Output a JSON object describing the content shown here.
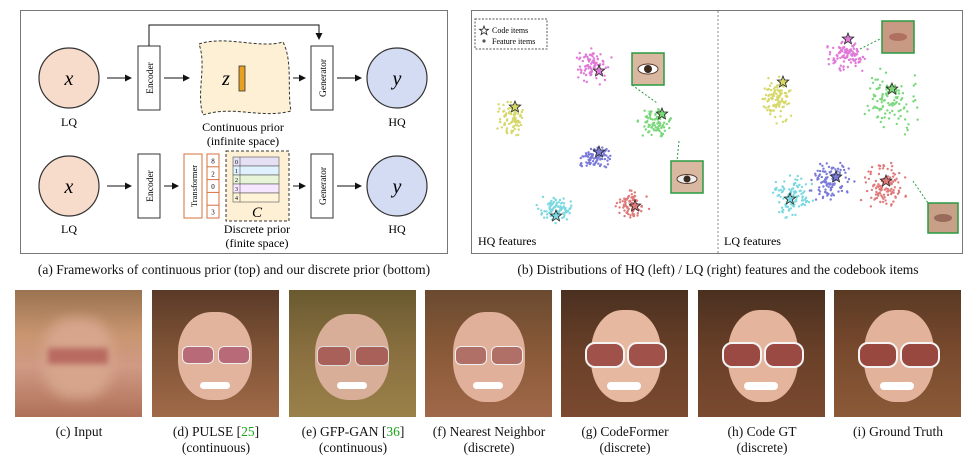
{
  "panel_a": {
    "top_row": {
      "input_symbol": "x",
      "input_label": "LQ",
      "encoder": "Encoder",
      "latent_symbol": "z",
      "prior_label_1": "Continuous prior",
      "prior_label_2": "(infinite space)",
      "generator": "Generator",
      "output_symbol": "y",
      "output_label": "HQ"
    },
    "bottom_row": {
      "input_symbol": "x",
      "input_label": "LQ",
      "encoder": "Encoder",
      "transformer": "Transformer",
      "token_cells": [
        "8",
        "2",
        "0",
        "",
        "3"
      ],
      "codebook_symbol": "C",
      "codebook_rows": [
        "0",
        "1",
        "2",
        "3",
        "4"
      ],
      "prior_label_1": "Discrete prior",
      "prior_label_2": "(finite space)",
      "generator": "Generator",
      "output_symbol": "y",
      "output_label": "HQ"
    },
    "caption": "(a) Frameworks of continuous prior (top) and our discrete prior (bottom)"
  },
  "panel_b": {
    "legend": {
      "code_items": "Code items",
      "feature_items": "Feature items"
    },
    "hq_label": "HQ features",
    "lq_label": "LQ features",
    "caption": "(b) Distributions of HQ (left) / LQ (right) features and the codebook items",
    "cluster_colors": [
      "#e07ad8",
      "#d6d86a",
      "#7a7ad8",
      "#7ad87a",
      "#7ad8e0",
      "#e07a7a"
    ]
  },
  "photos": [
    {
      "caption_line1": "(c) Input",
      "caption_line2": ""
    },
    {
      "caption_pre": "(d) PULSE [",
      "cite": "25",
      "caption_post": "]",
      "caption_line2": "(continuous)"
    },
    {
      "caption_pre": "(e) GFP-GAN [",
      "cite": "36",
      "caption_post": "]",
      "caption_line2": "(continuous)"
    },
    {
      "caption_line1": "(f) Nearest Neighbor",
      "caption_line2": "(discrete)"
    },
    {
      "caption_line1": "(g) CodeFormer",
      "caption_line2": "(discrete)"
    },
    {
      "caption_line1": "(h) Code GT",
      "caption_line2": "(discrete)"
    },
    {
      "caption_line1": "(i) Ground Truth",
      "caption_line2": ""
    }
  ]
}
